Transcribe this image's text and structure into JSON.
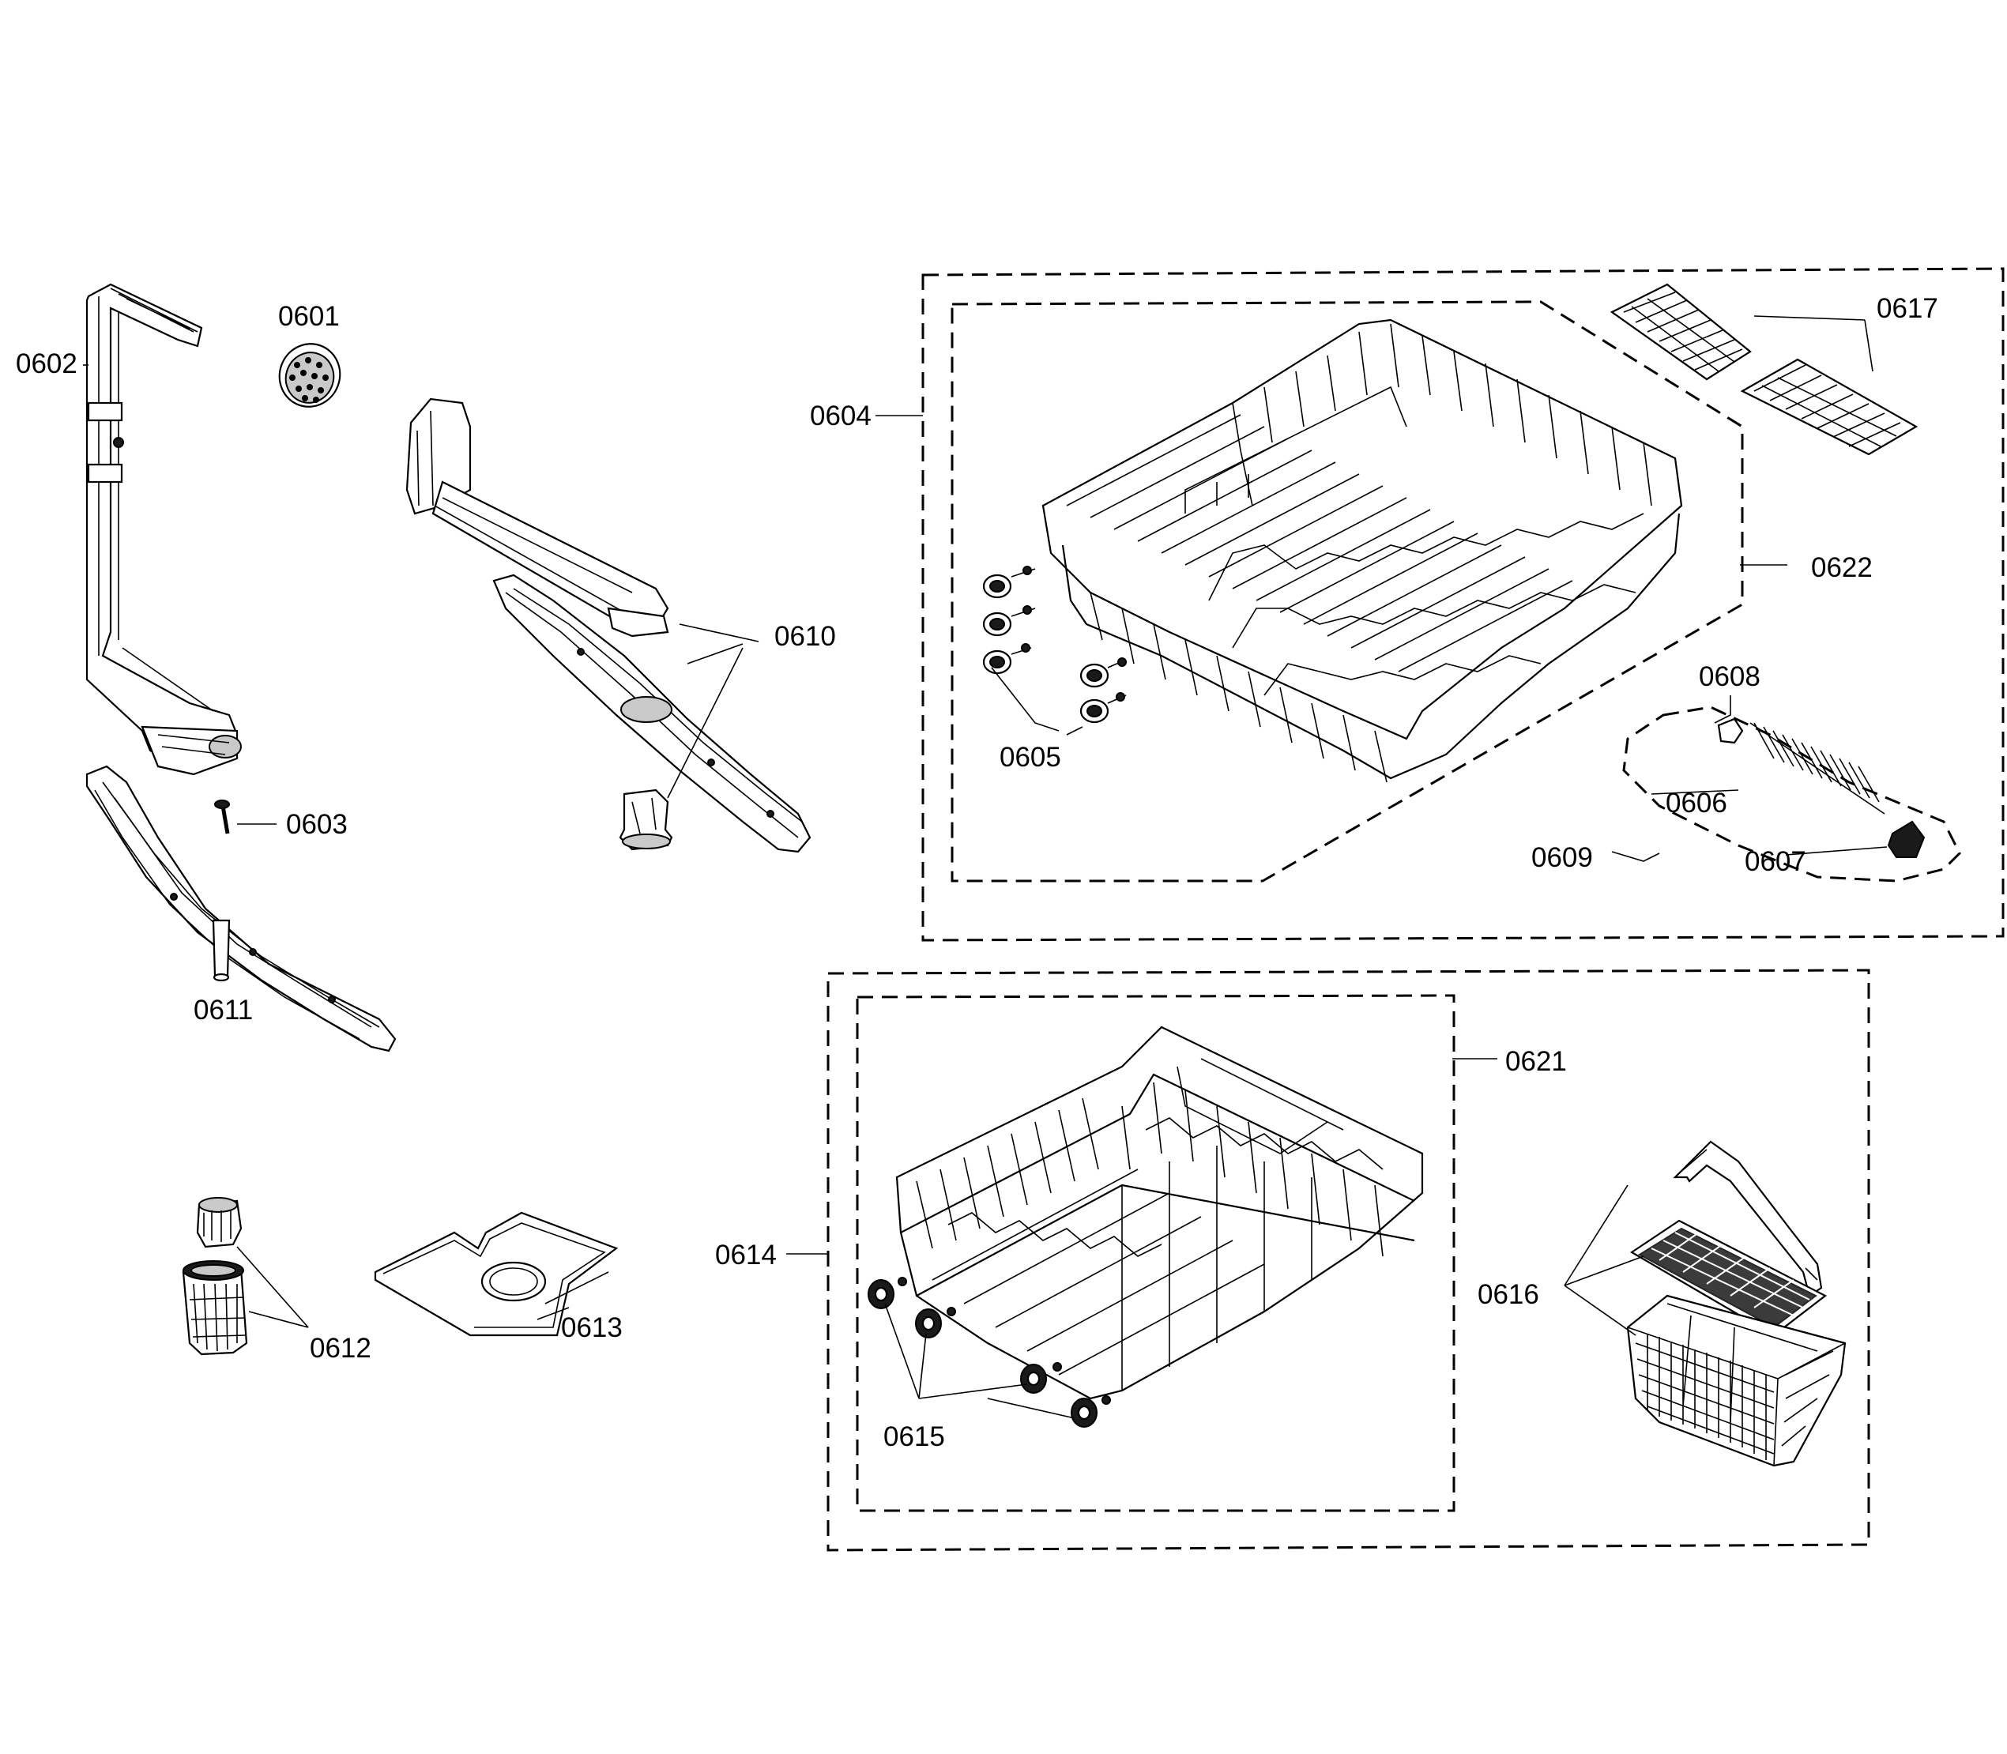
{
  "diagram": {
    "labels": {
      "p0601": "0601",
      "p0602": "0602",
      "p0603": "0603",
      "p0604": "0604",
      "p0605": "0605",
      "p0606": "0606",
      "p0607": "0607",
      "p0608": "0608",
      "p0609": "0609",
      "p0610": "0610",
      "p0611": "0611",
      "p0612": "0612",
      "p0613": "0613",
      "p0614": "0614",
      "p0615": "0615",
      "p0616": "0616",
      "p0617": "0617",
      "p0621": "0621",
      "p0622": "0622"
    }
  }
}
